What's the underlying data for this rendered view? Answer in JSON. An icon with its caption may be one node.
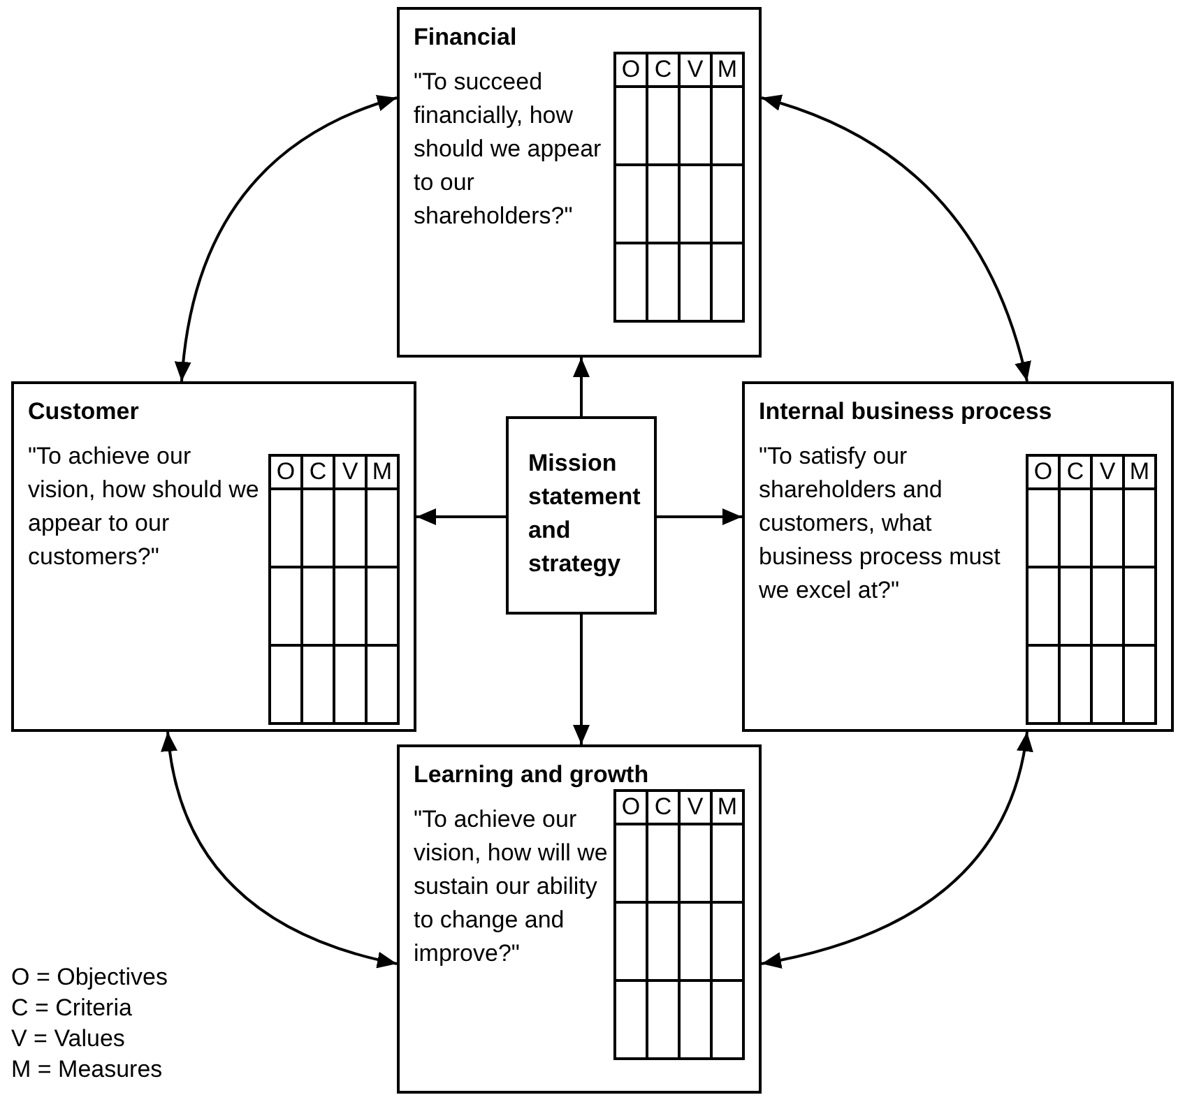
{
  "diagram": {
    "nodes": [
      {
        "text": [
          "Financial",
          "\"To succeed financially, how should we appear to our shareholders?\"",
          "O",
          "C",
          "V",
          "M"
        ]
      },
      {
        "text": [
          "Customer",
          "\"To achieve our vision, how should we appear to our customers?\"",
          "O",
          "C",
          "V",
          "M"
        ]
      },
      {
        "text": [
          "Mission statement and strategy"
        ]
      },
      {
        "text": [
          "Internal business process",
          "\"To satisfy our shareholders and customers, what business process must we excel at?\"",
          "O",
          "C",
          "V",
          "M"
        ]
      },
      {
        "text": [
          "Learning and growth",
          "\"To achieve our vision, how will we sustain our ability to change and improve?\"",
          "O",
          "C",
          "V",
          "M"
        ]
      }
    ],
    "edges": [
      {
        "from": 2,
        "to": 0,
        "arrow": "to"
      },
      {
        "from": 2,
        "to": 1,
        "arrow": "to"
      },
      {
        "from": 2,
        "to": 3,
        "arrow": "to"
      },
      {
        "from": 2,
        "to": 4,
        "arrow": "to"
      },
      {
        "from": 1,
        "to": 0,
        "arrow": "both"
      },
      {
        "from": 0,
        "to": 3,
        "arrow": "both"
      },
      {
        "from": 3,
        "to": 4,
        "arrow": "both"
      },
      {
        "from": 4,
        "to": 1,
        "arrow": "both"
      }
    ],
    "labels": [
      "O = Objectives",
      "C = Criteria",
      "V = Values",
      "M = Measures"
    ]
  }
}
